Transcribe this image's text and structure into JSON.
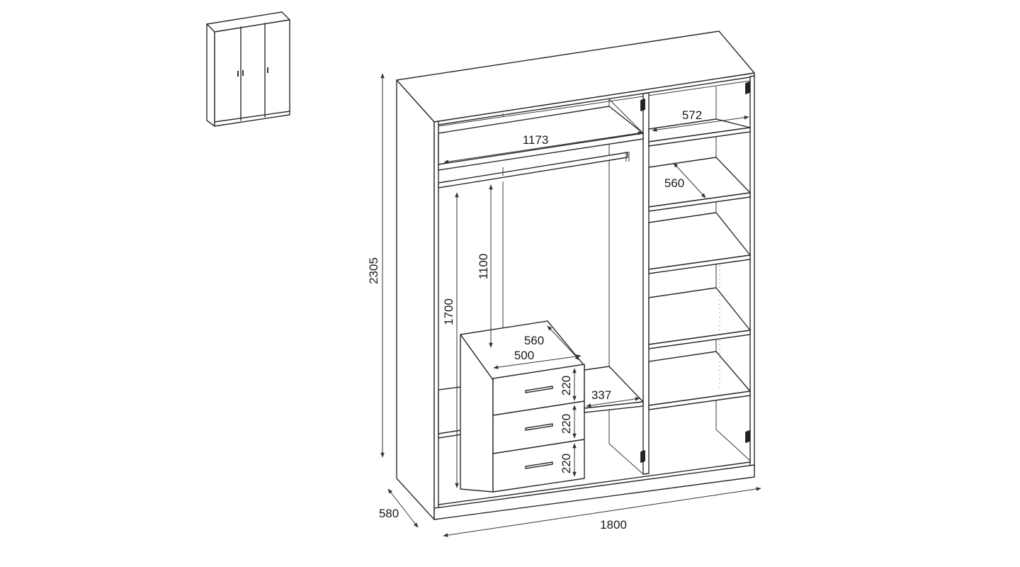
{
  "diagram": {
    "dimensions": {
      "height_total": "2305",
      "depth_total": "580",
      "width_total": "1800",
      "rail_width": "1173",
      "right_shelf_width": "572",
      "right_shelf_depth": "560",
      "hanging_height_long": "1700",
      "hanging_height_short": "1100",
      "drawer_depth": "560",
      "drawer_width": "500",
      "drawer_height_1": "220",
      "drawer_height_2": "220",
      "drawer_height_3": "220",
      "middle_shelf_width": "337"
    },
    "colors": {
      "line": "#2b2b2b",
      "background": "#ffffff"
    },
    "icons": [
      "wardrobe-thumbnail-icon"
    ]
  }
}
